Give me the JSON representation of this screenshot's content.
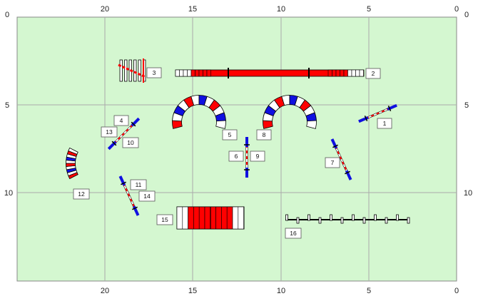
{
  "diagram": {
    "type": "agility-course-map",
    "colors": {
      "field": "#d4f7d0",
      "grid": "#aaaaaa",
      "red": "#ff0000",
      "blue": "#1010e0",
      "white": "#ffffff",
      "outline": "#000000"
    },
    "axis": {
      "top_ticks": [
        "20",
        "15",
        "10",
        "5",
        "0"
      ],
      "bottom_ticks": [
        "20",
        "15",
        "10",
        "5",
        "0"
      ],
      "left_ticks": [
        "0",
        "5",
        "10"
      ],
      "right_ticks": [
        "0",
        "5",
        "10"
      ]
    },
    "obstacle_labels": [
      "1",
      "2",
      "3",
      "4",
      "5",
      "6",
      "7",
      "8",
      "9",
      "10",
      "11",
      "12",
      "13",
      "14",
      "15",
      "16"
    ],
    "obstacles": [
      {
        "num": "1",
        "kind": "bar-jump"
      },
      {
        "num": "2",
        "kind": "dog-walk"
      },
      {
        "num": "3",
        "kind": "weave-gate"
      },
      {
        "num": "4",
        "kind": "bar-jump"
      },
      {
        "num": "5",
        "kind": "tunnel"
      },
      {
        "num": "6",
        "kind": "bar-jump"
      },
      {
        "num": "7",
        "kind": "bar-jump"
      },
      {
        "num": "8",
        "kind": "tunnel"
      },
      {
        "num": "9",
        "kind": "bar-jump"
      },
      {
        "num": "10",
        "kind": "bar-jump"
      },
      {
        "num": "11",
        "kind": "bar-jump"
      },
      {
        "num": "12",
        "kind": "tunnel"
      },
      {
        "num": "13",
        "kind": "bar-jump"
      },
      {
        "num": "14",
        "kind": "bar-jump"
      },
      {
        "num": "15",
        "kind": "a-frame"
      },
      {
        "num": "16",
        "kind": "weave-poles"
      }
    ]
  }
}
